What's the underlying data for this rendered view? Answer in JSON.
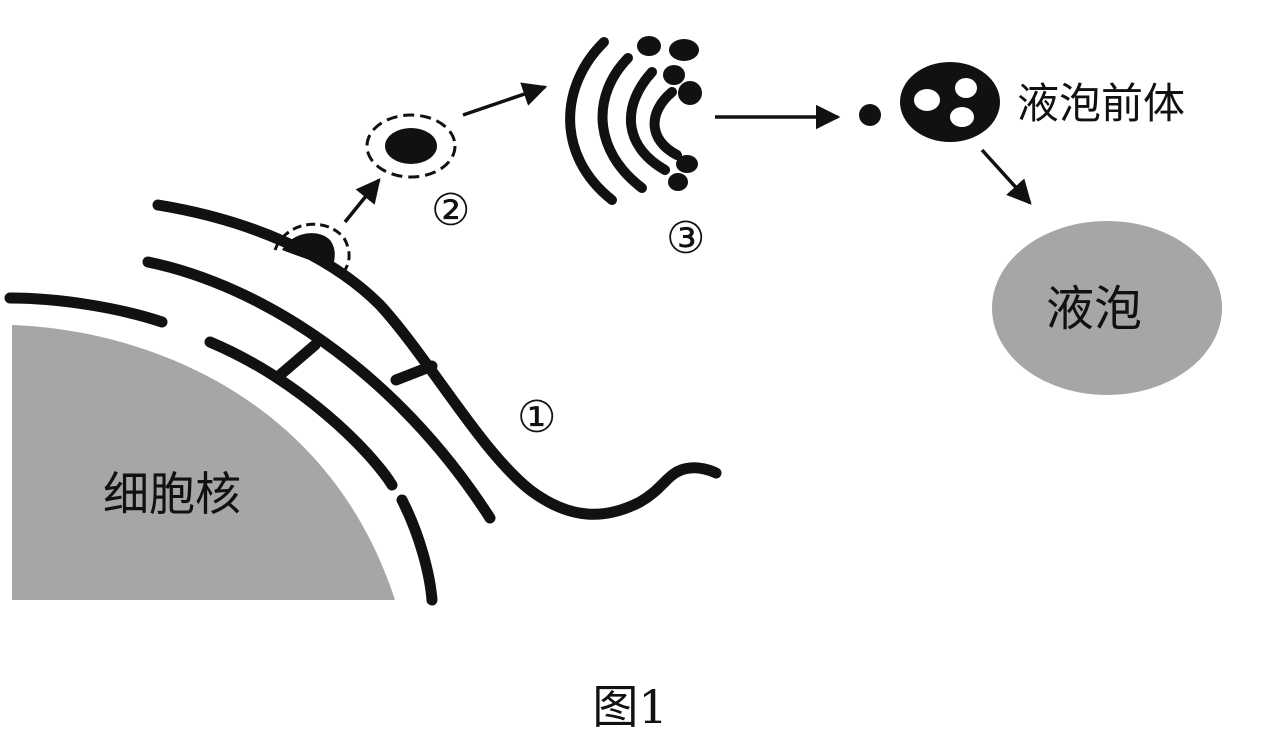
{
  "labels": {
    "nucleus": "细胞核",
    "vacuole": "液泡",
    "vacuole_precursor": "液泡前体",
    "marker_1": "①",
    "marker_2": "②",
    "marker_3": "③"
  },
  "caption": "图1",
  "colors": {
    "ink": "#111111",
    "nucleus_fill": "#a6a6a6",
    "vacuole_fill": "#a6a6a6",
    "background": "#ffffff"
  }
}
